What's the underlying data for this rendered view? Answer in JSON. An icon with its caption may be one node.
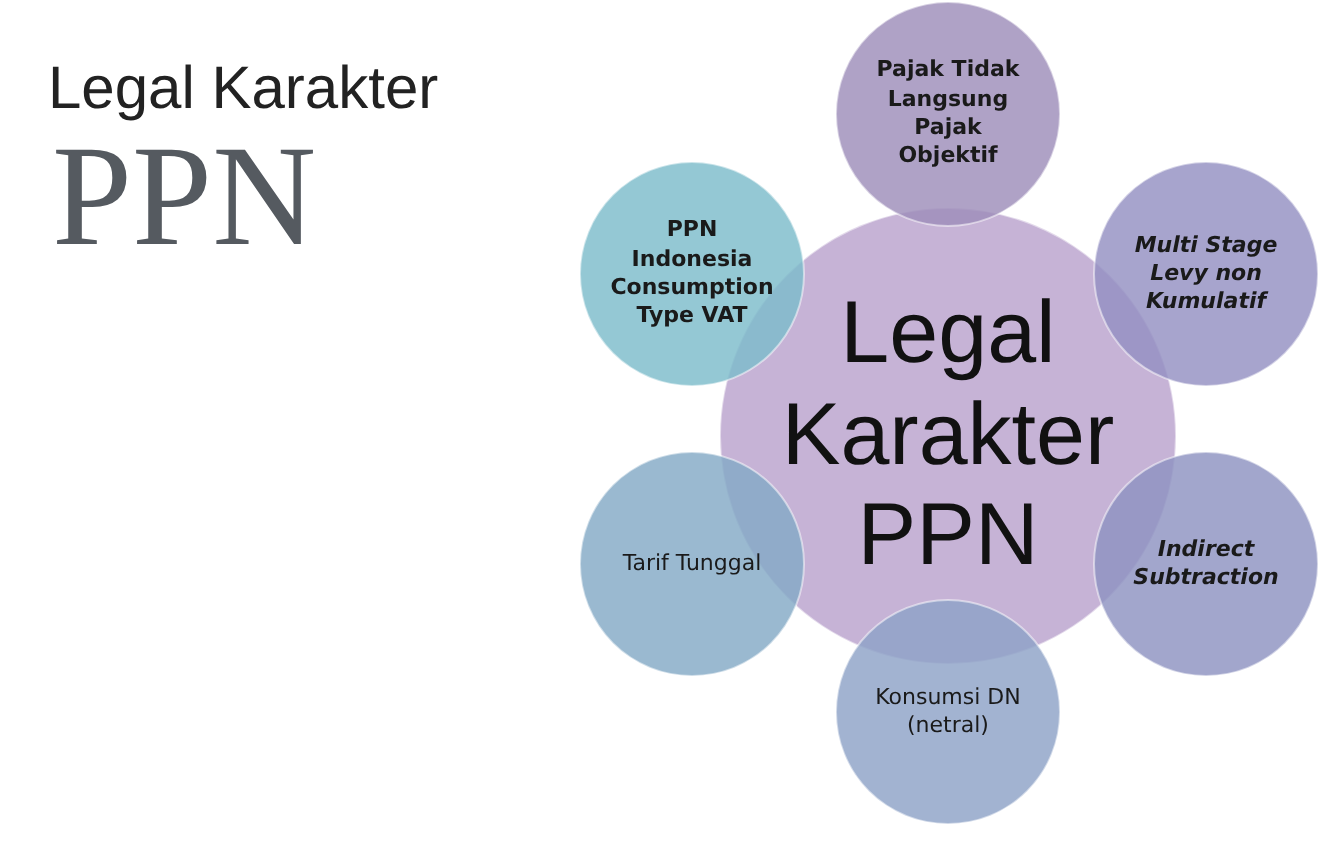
{
  "diagram": {
    "nodes": [
      {
        "text": [
          "Pajak Tidak Langsung Pajak Objektif"
        ]
      },
      {
        "text": [
          "PPN Indonesia Consumption Type VAT"
        ]
      },
      {
        "text": [
          "Multi Stage Levy non Kumulatif"
        ]
      },
      {
        "text": [
          "Legal Karakter PPN"
        ]
      },
      {
        "text": [
          "Tarif Tunggal"
        ]
      },
      {
        "text": [
          "Indirect Subtraction"
        ]
      },
      {
        "text": [
          "Konsumsi DN (netral)"
        ]
      }
    ],
    "labels": [
      "Legal Karakter",
      "PPN"
    ]
  }
}
